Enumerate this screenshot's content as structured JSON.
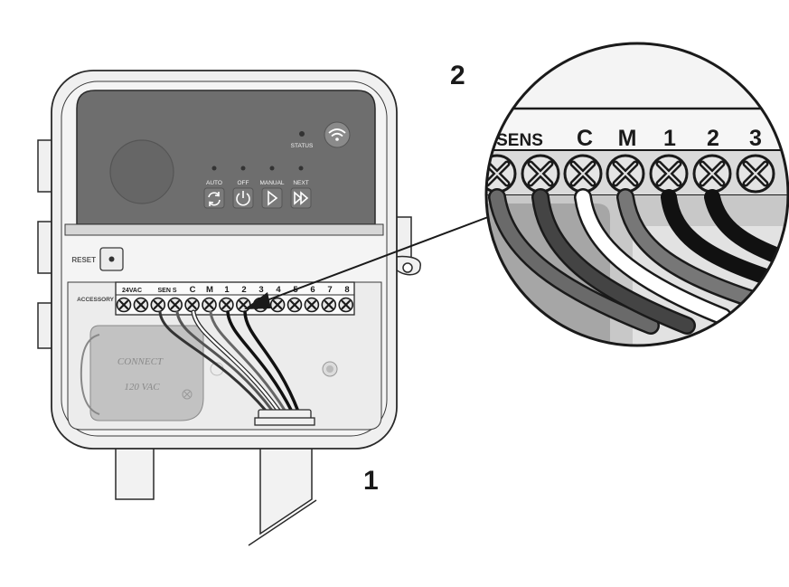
{
  "callouts": {
    "one": "1",
    "two": "2"
  },
  "front_panel": {
    "status": "STATUS",
    "buttons": [
      {
        "label": "AUTO",
        "icon": "refresh-icon"
      },
      {
        "label": "OFF",
        "icon": "power-icon"
      },
      {
        "label": "MANUAL",
        "icon": "play-icon"
      },
      {
        "label": "NEXT",
        "icon": "fast-forward-icon"
      }
    ],
    "wifi_icon": "wifi-icon"
  },
  "reset_label": "RESET",
  "accessory_label": "ACCESSORY",
  "terminal_labels": [
    "24VAC",
    "SEN S",
    "C",
    "M",
    "1",
    "2",
    "3",
    "4",
    "5",
    "6",
    "7",
    "8"
  ],
  "power_cover": {
    "line1": "CONNECT",
    "line2": "120  VAC"
  },
  "zoom_labels": [
    "SENS",
    "C",
    "M",
    "1",
    "2",
    "3"
  ],
  "colors": {
    "panel": "#6e6e6e",
    "housing": "#f0f0f0",
    "outline": "#2a2a2a",
    "white_wire": "#ffffff",
    "black_wire": "#111111"
  }
}
